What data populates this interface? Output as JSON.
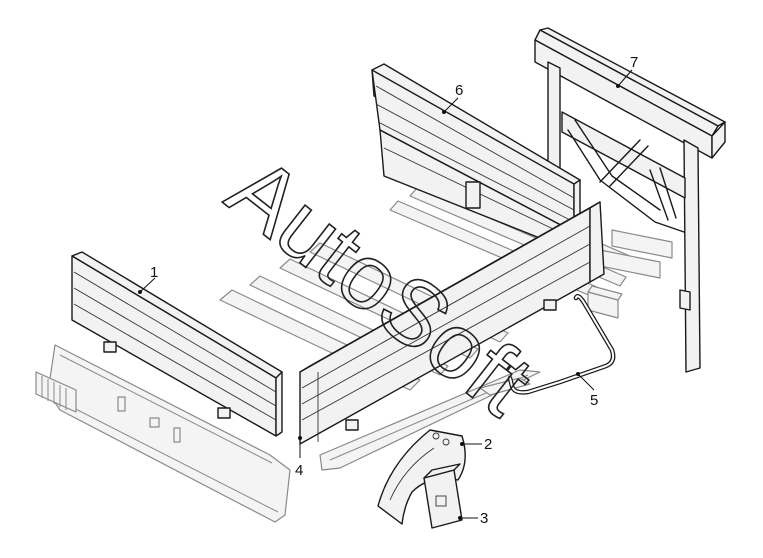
{
  "diagram": {
    "callouts": [
      {
        "id": "1",
        "label": "1"
      },
      {
        "id": "2",
        "label": "2"
      },
      {
        "id": "3",
        "label": "3"
      },
      {
        "id": "4",
        "label": "4"
      },
      {
        "id": "5",
        "label": "5"
      },
      {
        "id": "6",
        "label": "6"
      },
      {
        "id": "7",
        "label": "7"
      }
    ],
    "watermark": "AutoSoft",
    "colors": {
      "line": "#1a1a1a",
      "fill": "#f2f2f2",
      "ghost": "#8a8a8a",
      "background": "#ffffff"
    }
  }
}
